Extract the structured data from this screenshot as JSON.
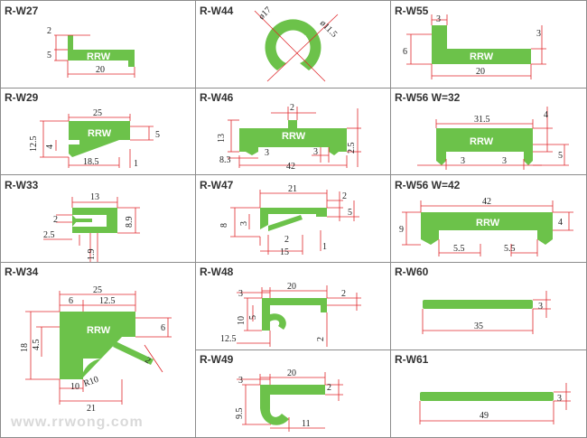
{
  "colors": {
    "profile": "#6cc24a",
    "dimension": "#e0282c",
    "grid": "#8c8c8c",
    "label": "#333333"
  },
  "brand": "RRW",
  "watermark": "www.rrwong.com",
  "cells": [
    {
      "label": "R-W27",
      "dims": [
        "2",
        "5",
        "20"
      ]
    },
    {
      "label": "R-W44",
      "dims": [
        "ø17",
        "ø11.5"
      ]
    },
    {
      "label": "R-W55",
      "dims": [
        "3",
        "6",
        "3",
        "20"
      ]
    },
    {
      "label": "R-W29",
      "dims": [
        "25",
        "12.5",
        "4",
        "5",
        "18.5",
        "1"
      ]
    },
    {
      "label": "R-W46",
      "dims": [
        "2",
        "13",
        "2.5",
        "8.3",
        "3",
        "42",
        "3"
      ]
    },
    {
      "label": "R-W56 W=32",
      "dims": [
        "31.5",
        "4",
        "5",
        "3",
        "3"
      ]
    },
    {
      "label": "R-W33",
      "dims": [
        "13",
        "2",
        "8.9",
        "2.5",
        "1.9"
      ]
    },
    {
      "label": "R-W47",
      "dims": [
        "21",
        "2",
        "5",
        "8",
        "3",
        "2",
        "15",
        "1"
      ]
    },
    {
      "label": "R-W56 W=42",
      "dims": [
        "42",
        "4",
        "9",
        "5.5",
        "5.5"
      ]
    },
    {
      "label": "R-W34",
      "dims": [
        "25",
        "6",
        "12.5",
        "6",
        "18",
        "4.5",
        "2",
        "10",
        "R10",
        "21"
      ]
    },
    {
      "label": "R-W48",
      "dims": [
        "3",
        "20",
        "2",
        "10",
        "5",
        "12.5",
        "2"
      ]
    },
    {
      "label": "R-W60",
      "dims": [
        "3",
        "35"
      ]
    },
    {
      "label": "R-W49",
      "dims": [
        "3",
        "20",
        "2",
        "9.5",
        "11"
      ]
    },
    {
      "label": "R-W61",
      "dims": [
        "3",
        "49"
      ]
    }
  ]
}
